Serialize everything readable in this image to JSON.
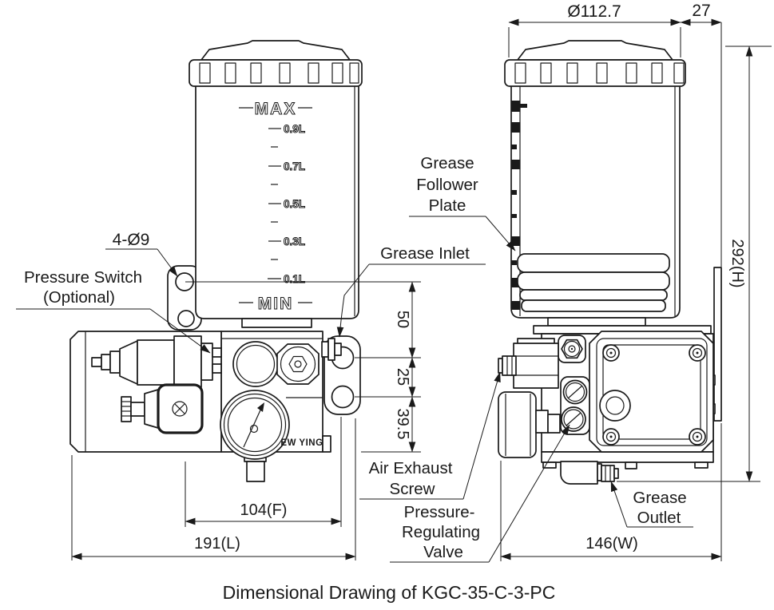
{
  "title": "Dimensional Drawing of KGC-35-C-3-PC",
  "front_view": {
    "brand_text": "EW YING",
    "scale": {
      "max": "MAX",
      "min": "MIN",
      "levels": [
        "0.9L",
        "0.7L",
        "0.5L",
        "0.3L",
        "0.1L"
      ]
    }
  },
  "labels": {
    "holes": "4-Ø9",
    "pressure_switch": [
      "Pressure Switch",
      "(Optional)"
    ],
    "grease_inlet": "Grease Inlet",
    "grease_follower_plate": [
      "Grease",
      "Follower",
      "Plate"
    ],
    "air_exhaust_screw": [
      "Air Exhaust",
      "Screw"
    ],
    "pressure_regulating_valve": [
      "Pressure-",
      "Regulating",
      "Valve"
    ],
    "grease_outlet": [
      "Grease",
      "Outlet"
    ]
  },
  "dimensions": {
    "cap_diameter": "Ø112.7",
    "plate_offset": "27",
    "height": "292(H)",
    "width": "146(W)",
    "length": "191(L)",
    "mount_spacing": "104(F)",
    "inlet_offset": "50",
    "hole_pitch": "25",
    "outlet_offset": "39.5"
  },
  "colors": {
    "line": "#1a1a1a",
    "background": "#ffffff"
  }
}
